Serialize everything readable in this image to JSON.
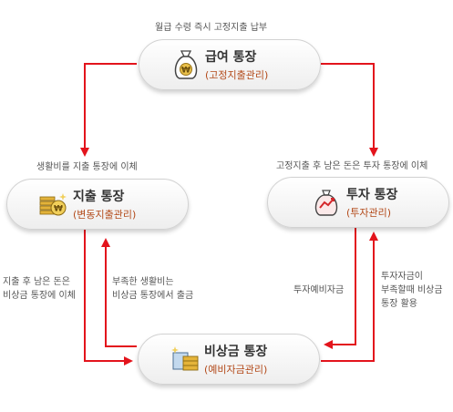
{
  "colors": {
    "arrow": "#e3141c",
    "title": "#333333",
    "subtitle": "#b34a1a",
    "caption": "#555555"
  },
  "boxes": {
    "salary": {
      "title": "급여 통장",
      "subtitle": "(고정지출관리)",
      "icon": "money-bag-icon"
    },
    "expense": {
      "title": "지출 통장",
      "subtitle": "(변동지출관리)",
      "icon": "coin-stack-icon"
    },
    "invest": {
      "title": "투자 통장",
      "subtitle": "(투자관리)",
      "icon": "investment-pouch-icon"
    },
    "emergency": {
      "title": "비상금 통장",
      "subtitle": "(예비자금관리)",
      "icon": "gold-bars-icon"
    }
  },
  "captions": {
    "top": "월급 수령 즉시 고정지출 납부",
    "left_mid": "생활비를 지출 통장에 이체",
    "right_mid": "고정지출 후 남은 돈은 투자 통장에 이체",
    "bottom_left_1": [
      "지출 후 남은 돈은",
      "비상금 통장에 이체"
    ],
    "bottom_left_2": [
      "부족한 생활비는",
      "비상금 통장에서 출금"
    ],
    "bottom_right_1": "투자예비자금",
    "bottom_right_2": [
      "투자자금이",
      "부족할때 비상금",
      "통장 활용"
    ]
  }
}
